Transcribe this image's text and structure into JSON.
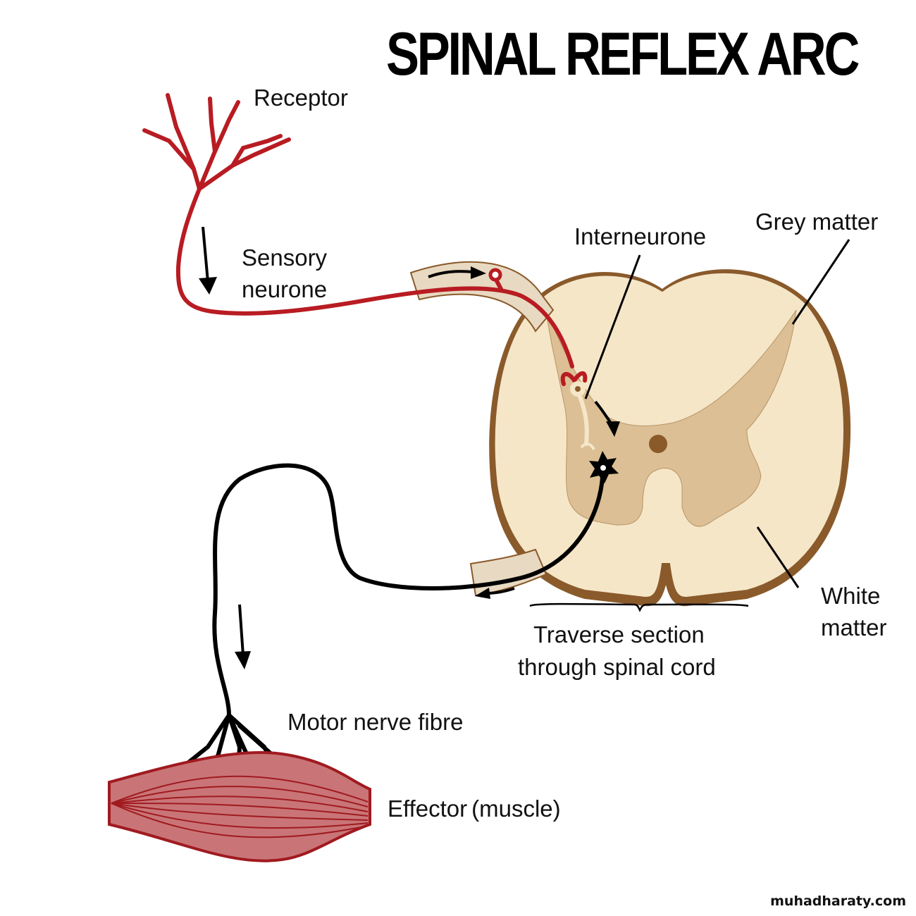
{
  "title": "SPINAL REFLEX ARC",
  "labels": {
    "receptor": "Receptor",
    "sensory_line1": "Sensory",
    "sensory_line2": "neurone",
    "interneurone": "Interneurone",
    "grey_matter": "Grey matter",
    "white_line1": "White",
    "white_line2": "matter",
    "section_line1": "Traverse section",
    "section_line2": "through spinal cord",
    "motor": "Motor nerve fibre",
    "effector": "Effector",
    "effector_note": "(muscle)"
  },
  "footer": {
    "site": "muhadharaty.com"
  },
  "colors": {
    "sensory": "#b81c22",
    "motor": "#000000",
    "white_matter": "#f5e6c8",
    "grey_matter": "#dcbf94",
    "cord_outline": "#8a5a2b",
    "nerve_root": "#e8d9c2",
    "muscle": "#c97577",
    "muscle_lines": "#a01a20"
  }
}
